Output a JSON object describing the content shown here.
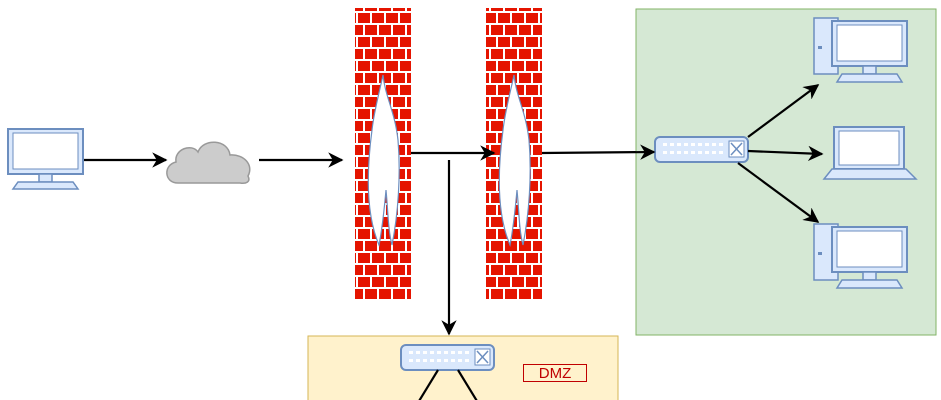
{
  "zones": {
    "dmz": {
      "label": "DMZ",
      "fill": "#fff2cc",
      "stroke": "#d6b656",
      "label_color": "#c00000"
    },
    "internal": {
      "fill": "#d5e8d4",
      "stroke": "#82b366"
    }
  },
  "nodes": [
    {
      "id": "external-pc",
      "icon": "monitor-icon"
    },
    {
      "id": "internet",
      "icon": "cloud-icon"
    },
    {
      "id": "outer-firewall",
      "icon": "firewall-icon"
    },
    {
      "id": "inner-firewall",
      "icon": "firewall-icon"
    },
    {
      "id": "internal-switch",
      "icon": "switch-icon"
    },
    {
      "id": "dmz-switch",
      "icon": "switch-icon"
    },
    {
      "id": "desktop-1",
      "icon": "desktop-tower-icon"
    },
    {
      "id": "laptop",
      "icon": "laptop-icon"
    },
    {
      "id": "desktop-2",
      "icon": "desktop-tower-icon"
    }
  ],
  "edges": [
    {
      "from": "external-pc",
      "to": "internet"
    },
    {
      "from": "internet",
      "to": "outer-firewall"
    },
    {
      "from": "outer-firewall",
      "to": "inner-firewall"
    },
    {
      "from": "outer-firewall",
      "to": "dmz-switch"
    },
    {
      "from": "inner-firewall",
      "to": "internal-switch"
    },
    {
      "from": "internal-switch",
      "to": "desktop-1"
    },
    {
      "from": "internal-switch",
      "to": "laptop"
    },
    {
      "from": "internal-switch",
      "to": "desktop-2"
    }
  ],
  "colors": {
    "brick": "#e51400",
    "brick_mortar": "#ffffff",
    "flame": "#ffffff",
    "flame_stroke": "#6c8ebf",
    "device_fill": "#dae8fc",
    "device_stroke": "#6c8ebf",
    "cloud_fill": "#cccccc",
    "cloud_stroke": "#999999",
    "edge": "#000000"
  }
}
